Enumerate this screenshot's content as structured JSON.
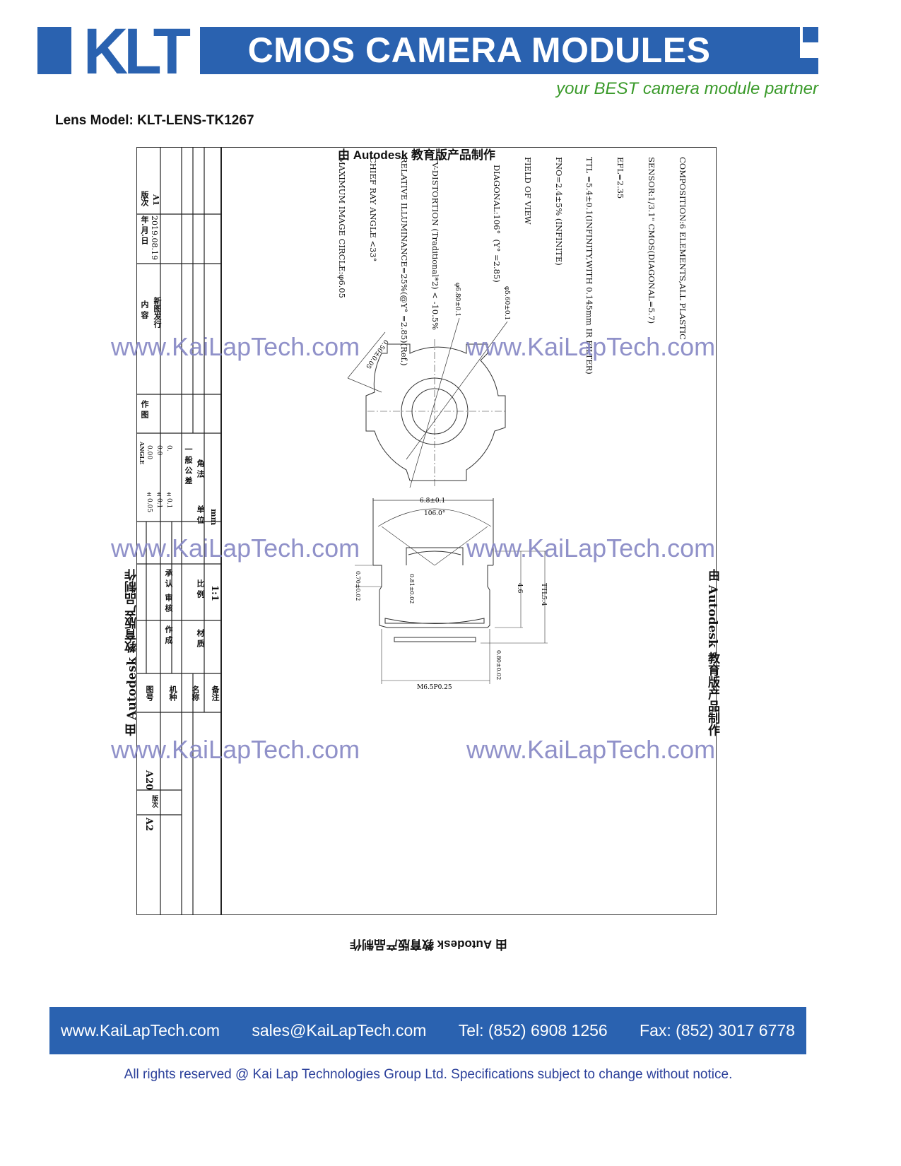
{
  "header": {
    "logo_text": "KLT",
    "title": "CMOS CAMERA MODULES",
    "tagline": "your BEST camera module partner",
    "brand_color": "#2a62b0",
    "tagline_color": "#3a9a2a"
  },
  "lens_model": "Lens Model: KLT-LENS-TK1267",
  "drawing": {
    "autodesk_stamp": "由 Autodesk 教育版产品制作",
    "specs": [
      "COMPOSITION:6 ELEMENTS,ALL PLASTIC",
      "SENSOR:1/3.1\" CMOS(DIAGONAL=5.7)",
      "EFL=2.35",
      "TTL =5.4±0.1(INFINITY,WITH 0.145mm IR FILTER)",
      "FNO=2.4±5% (INFINITE)",
      "FIELD OF VIEW",
      "   DIAGONAL:106°  (Y° =2.85)",
      "",
      "TV-DISTORTION (Traditional*2) < -10.5%",
      "RELATIVE ILLUMINANCE=25%(@Y° =2.85)(Ref.)",
      "CHIEF RAY ANGLE <33°",
      "MAXIMUM IMAGE CIRCLE:φ6.05"
    ],
    "dims": {
      "outer_dia": "φ6.80±0.1",
      "inner_dia": "φ5.60±0.1",
      "slot": "0.50±0.05",
      "width": "6.8±0.1",
      "fov": "106.0°",
      "d070": "0.70±0.02",
      "d081": "0.81±0.02",
      "d46": "4.6",
      "ttl": "TTL5.4",
      "d080": "0.80±0.02",
      "thread": "M6.5P0.25"
    },
    "title_block": {
      "rev": "A1",
      "date": "2019.08.19",
      "rev_label": "版次",
      "date_label": "年.月.日",
      "content": "新图发行",
      "content_label": "内 容",
      "drawn": "作 图",
      "tol_angle": "ANGLE",
      "tol_0": "0.",
      "tol_00": "0.0",
      "tol_000": "0.00",
      "tol_v1": "±0.1",
      "tol_v2": "±0.1",
      "tol_v3": "±0.05",
      "proj": "角 法",
      "gen_tol": "一 般 公 差",
      "unit": "mm",
      "unit_label": "单 位",
      "scale": "1:1",
      "scale_label": "比 例",
      "material_label": "材 质",
      "approve": "承 认",
      "review": "审 核",
      "maker": "作 成",
      "remark": "备注",
      "name": "名称",
      "model": "机种",
      "drawing_no_label": "图号",
      "drawing_no": "A20",
      "ver_label": "版次",
      "ver": "A2"
    }
  },
  "watermark": "www.KaiLapTech.com",
  "footer": {
    "website": "www.KaiLapTech.com",
    "email": "sales@KaiLapTech.com",
    "tel": "Tel: (852) 6908 1256",
    "fax": "Fax: (852) 3017 6778"
  },
  "copyright": "All rights reserved @ Kai Lap Technologies Group Ltd.  Specifications subject to change without notice."
}
